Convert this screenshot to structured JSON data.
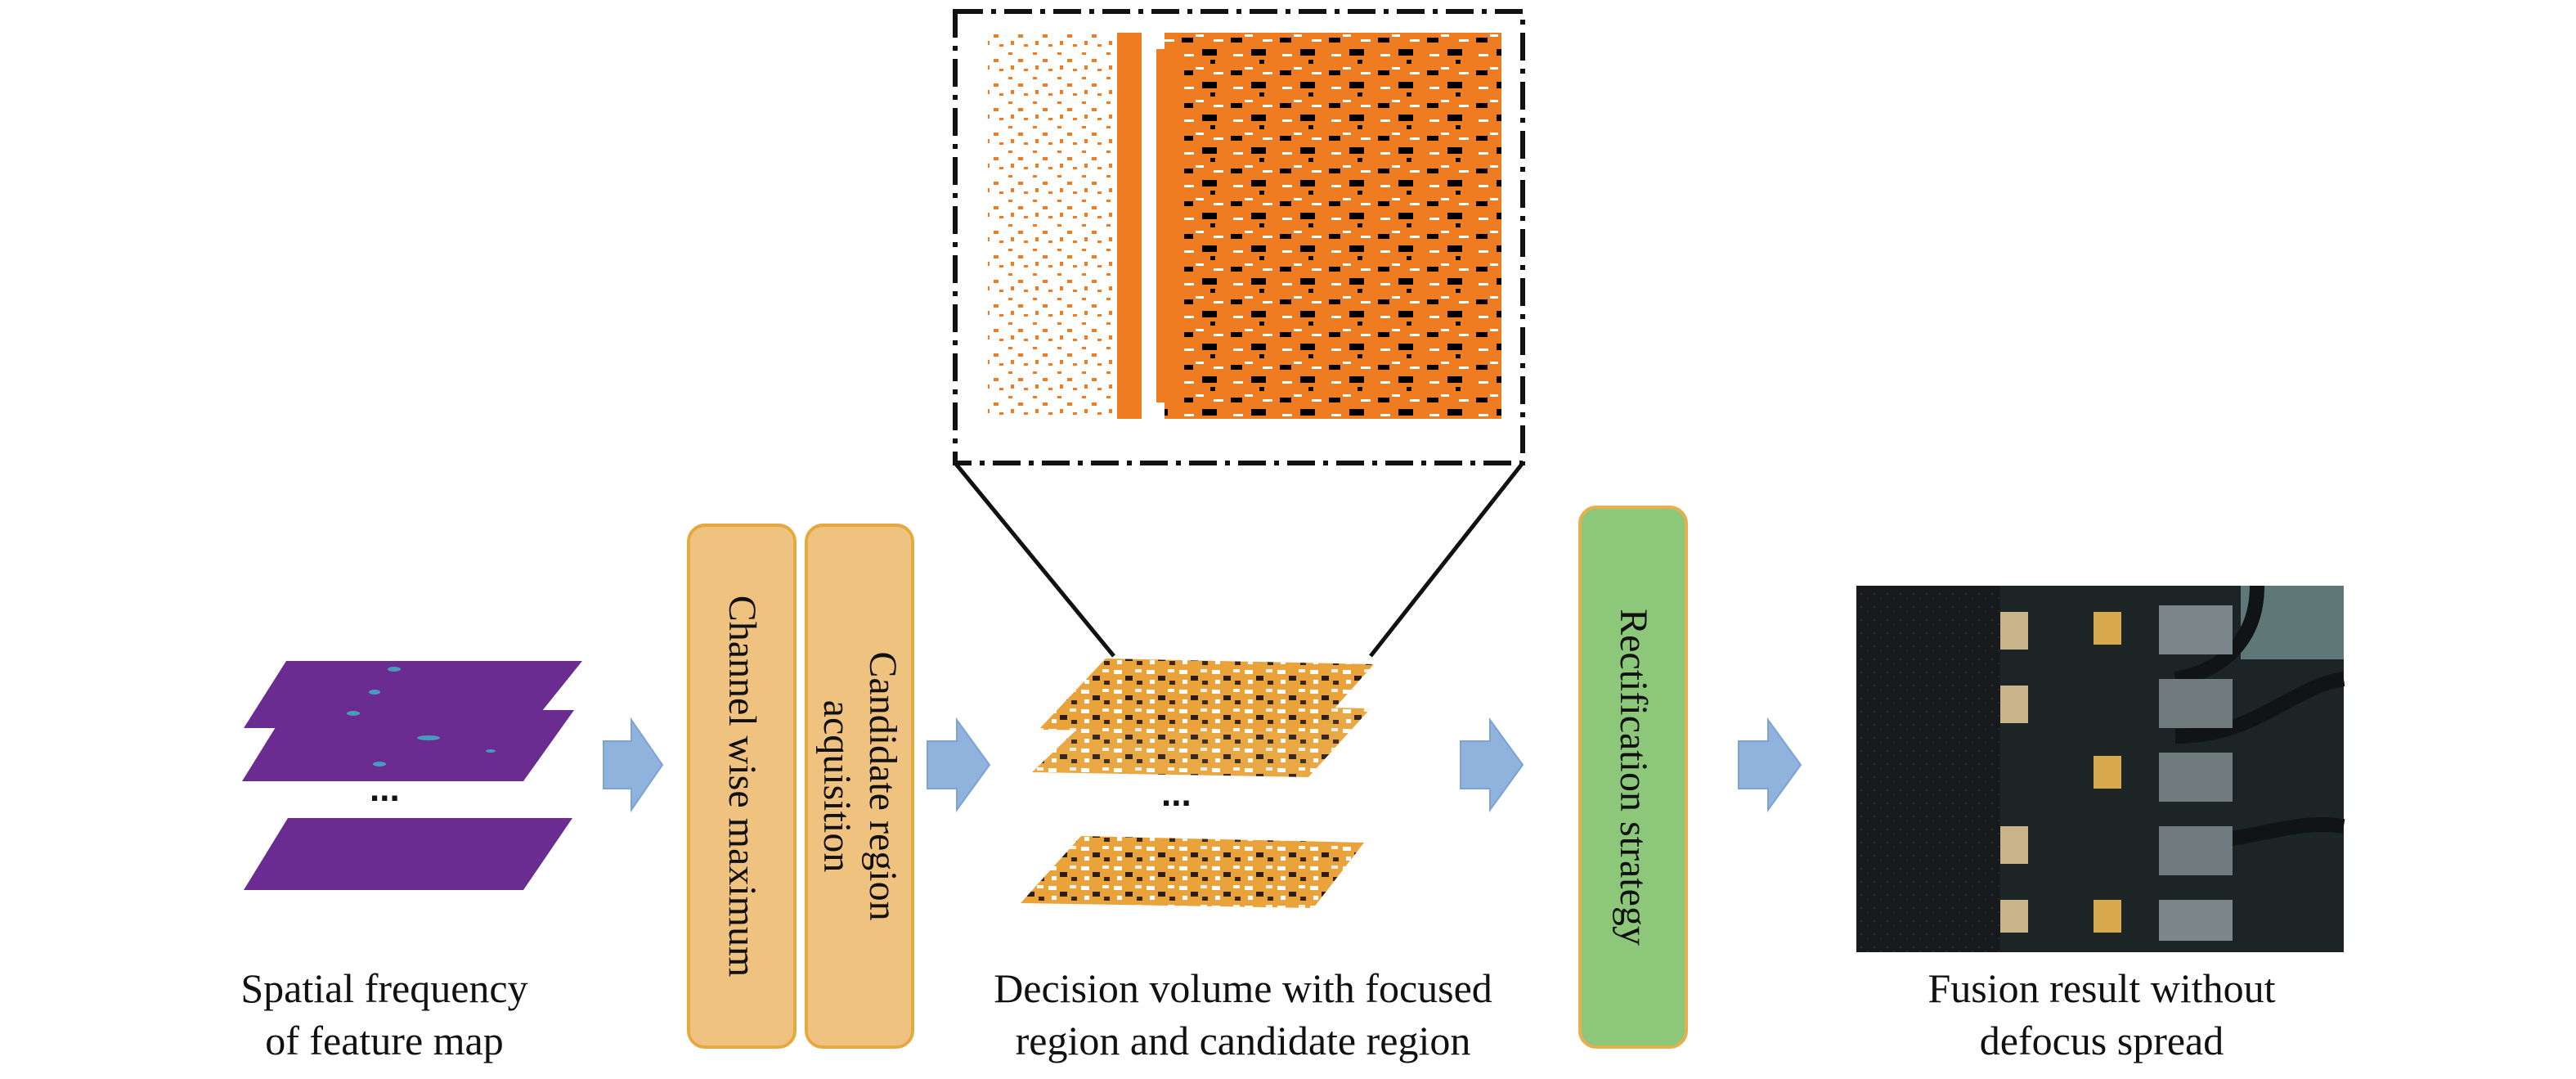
{
  "captions": {
    "spatial_frequency": [
      "Spatial frequency",
      "of feature map"
    ],
    "decision_volume": [
      "Decision volume with focused",
      "region and candidate region"
    ],
    "fusion_result": [
      "Fusion result without",
      "defocus spread"
    ]
  },
  "boxes": {
    "channel_wise_maximum": [
      "Channel wise maximum"
    ],
    "candidate_region_acquisition": [
      "Candidate region",
      "acquisition"
    ],
    "rectification_strategy": [
      "Rectification strategy"
    ]
  },
  "ellipsis": "...",
  "colors": {
    "feature_map": "#6a2c91",
    "feature_map_spot": "#3fb8c9",
    "box_orange_fill": "#f0c27f",
    "box_orange_border": "#e6a93f",
    "box_green_fill": "#8dc77a",
    "arrow": "#8fb3dc",
    "decision_fill": "#e9a33a",
    "zoom_orange": "#f07c22"
  },
  "icons": [
    "arrow-right-icon"
  ]
}
